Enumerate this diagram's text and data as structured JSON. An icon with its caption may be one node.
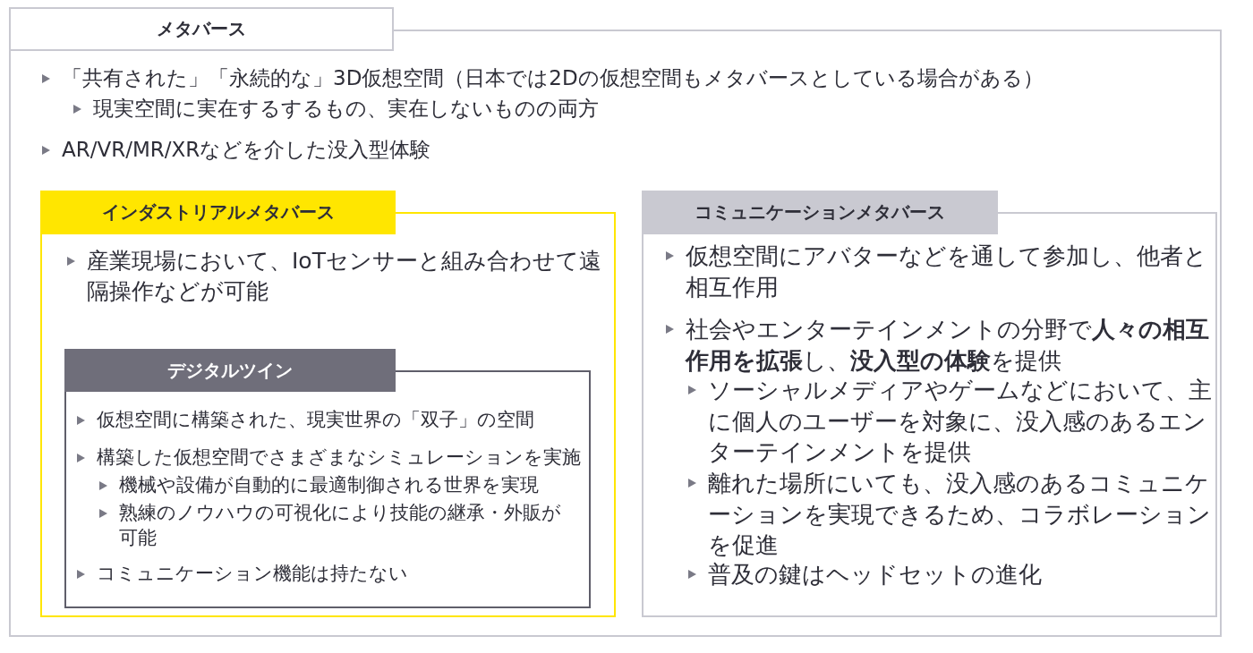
{
  "diagram": {
    "nodes": [
      {
        "text": [
          "メタバース",
          "「共有された」「永続的な」3D仮想空間（日本では2Dの仮想空間もメタバースとしている場合がある）",
          "現実空間に実在するするもの、実在しないものの両方",
          "AR/VR/MR/XRなどを介した没入型体験"
        ]
      },
      {
        "text": [
          "インダストリアルメタバース",
          "産業現場において、IoTセンサーと組み合わせて遠隔操作などが可能"
        ],
        "in": 0
      },
      {
        "text": [
          "デジタルツイン",
          "仮想空間に構築された、現実世界の「双子」の空間",
          "構築した仮想空間でさまざまなシミュレーションを実施",
          "機械や設備が自動的に最適制御される世界を実現",
          "熟練のノウハウの可視化により技能の継承・外販が可能",
          "コミュニケーション機能は持たない"
        ],
        "in": 1
      },
      {
        "text": [
          "コミュニケーションメタバース",
          "仮想空間にアバターなどを通して参加し、他者と相互作用",
          "社会やエンターテインメントの分野で**人々の相互作用を拡張**し、**没入型の体験**を提供",
          "ソーシャルメディアやゲームなどにおいて、主に個人のユーザーを対象に、没入感のあるエンターテインメントを提供",
          "離れた場所にいても、没入感のあるコミュニケーションを実現できるため、コラボレーションを促進",
          "普及の鍵はヘッドセットの進化"
        ],
        "in": 0
      }
    ],
    "edges": []
  }
}
